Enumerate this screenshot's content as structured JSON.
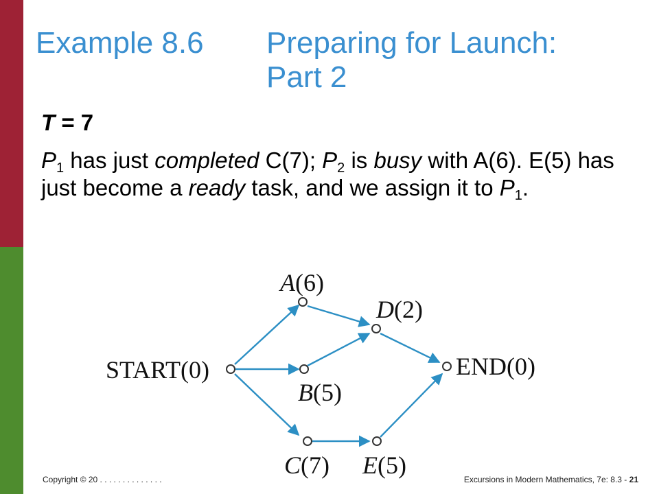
{
  "title": {
    "example": "Example 8.6",
    "line1": "Preparing for Launch:",
    "line2": "Part 2"
  },
  "time": {
    "var": "T",
    "eq": " = 7"
  },
  "body": {
    "p1": "P",
    "s1": "1",
    "t1": " has just ",
    "e1": "completed",
    "t2": " C(7); ",
    "p2": "P",
    "s2": "2",
    "t3": " is ",
    "e2": "busy",
    "t4": " with A(6). E(5) has just become a ",
    "e3": "ready",
    "t5": " task, and we assign it to ",
    "p3": "P",
    "s3": "1",
    "t6": "."
  },
  "diagram": {
    "nodes": {
      "start": {
        "name": "START",
        "val": "(0)"
      },
      "a": {
        "name": "A",
        "val": "(6)"
      },
      "b": {
        "name": "B",
        "val": "(5)"
      },
      "c": {
        "name": "C",
        "val": "(7)"
      },
      "d": {
        "name": "D",
        "val": "(2)"
      },
      "e": {
        "name": "E",
        "val": "(5)"
      },
      "end": {
        "name": "END",
        "val": "(0)"
      }
    },
    "edge_color": "#2c8fc4"
  },
  "footer": {
    "left": "Copyright © 20 . . . . . . . . . . . . . .",
    "right": "Excursions in Modern Mathematics, 7e: 8.3 - ",
    "page": "21"
  },
  "colors": {
    "title": "#3a8fd0",
    "bar_top": "#9e2235",
    "bar_bottom": "#4e8c2e"
  }
}
